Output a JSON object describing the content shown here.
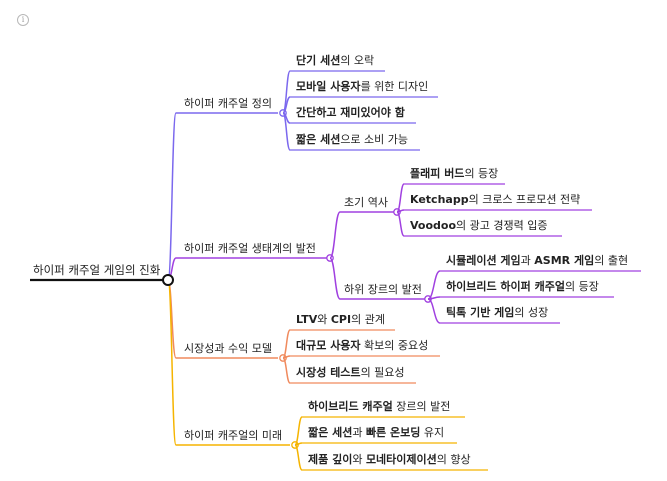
{
  "root": "하이퍼 캐주얼 게임의 진화",
  "icons": {
    "info": "info-icon"
  },
  "branches": [
    {
      "label": "하이퍼 캐주얼 정의",
      "color": "#7b68ee",
      "children": [
        {
          "parts": [
            {
              "t": "단기 세션",
              "b": true
            },
            {
              "t": "의 오락",
              "b": false
            }
          ]
        },
        {
          "parts": [
            {
              "t": "모바일 사용자",
              "b": true
            },
            {
              "t": "를 위한 디자인",
              "b": false
            }
          ]
        },
        {
          "parts": [
            {
              "t": "간단하고 재미있어야 함",
              "b": true
            }
          ]
        },
        {
          "parts": [
            {
              "t": "짧은 세션",
              "b": true
            },
            {
              "t": "으로 소비 가능",
              "b": false
            }
          ]
        }
      ]
    },
    {
      "label": "하이퍼 캐주얼 생태계의 발전",
      "color": "#a040e0",
      "children": [
        {
          "label": "초기 역사",
          "children": [
            {
              "parts": [
                {
                  "t": "플래피 버드",
                  "b": true
                },
                {
                  "t": "의 등장",
                  "b": false
                }
              ]
            },
            {
              "parts": [
                {
                  "t": "Ketchapp",
                  "b": true
                },
                {
                  "t": "의 크로스 프로모션 전략",
                  "b": false
                }
              ]
            },
            {
              "parts": [
                {
                  "t": "Voodoo",
                  "b": true
                },
                {
                  "t": "의 광고 경쟁력 입증",
                  "b": false
                }
              ]
            }
          ]
        },
        {
          "label": "하위 장르의 발전",
          "children": [
            {
              "parts": [
                {
                  "t": "시뮬레이션 게임",
                  "b": true
                },
                {
                  "t": "과 ",
                  "b": false
                },
                {
                  "t": "ASMR 게임",
                  "b": true
                },
                {
                  "t": "의 출현",
                  "b": false
                }
              ]
            },
            {
              "parts": [
                {
                  "t": "하이브리드 하이퍼 캐주얼",
                  "b": true
                },
                {
                  "t": "의 등장",
                  "b": false
                }
              ]
            },
            {
              "parts": [
                {
                  "t": "틱톡 기반 게임",
                  "b": true
                },
                {
                  "t": "의 성장",
                  "b": false
                }
              ]
            }
          ]
        }
      ]
    },
    {
      "label": "시장성과 수익 모델",
      "color": "#f08a5d",
      "children": [
        {
          "parts": [
            {
              "t": "LTV",
              "b": true
            },
            {
              "t": "와 ",
              "b": false
            },
            {
              "t": "CPI",
              "b": true
            },
            {
              "t": "의 관계",
              "b": false
            }
          ]
        },
        {
          "parts": [
            {
              "t": "대규모 사용자",
              "b": true
            },
            {
              "t": " 확보의 중요성",
              "b": false
            }
          ]
        },
        {
          "parts": [
            {
              "t": "시장성 테스트",
              "b": true
            },
            {
              "t": "의 필요성",
              "b": false
            }
          ]
        }
      ]
    },
    {
      "label": "하이퍼 캐주얼의 미래",
      "color": "#f5b400",
      "children": [
        {
          "parts": [
            {
              "t": "하이브리드 캐주얼",
              "b": true
            },
            {
              "t": " 장르의 발전",
              "b": false
            }
          ]
        },
        {
          "parts": [
            {
              "t": "짧은 세션",
              "b": true
            },
            {
              "t": "과 ",
              "b": false
            },
            {
              "t": "빠른 온보딩",
              "b": true
            },
            {
              "t": " 유지",
              "b": false
            }
          ]
        },
        {
          "parts": [
            {
              "t": "제품 깊이",
              "b": true
            },
            {
              "t": "와 ",
              "b": false
            },
            {
              "t": "모네타이제이션",
              "b": true
            },
            {
              "t": "의 향상",
              "b": false
            }
          ]
        }
      ]
    }
  ]
}
